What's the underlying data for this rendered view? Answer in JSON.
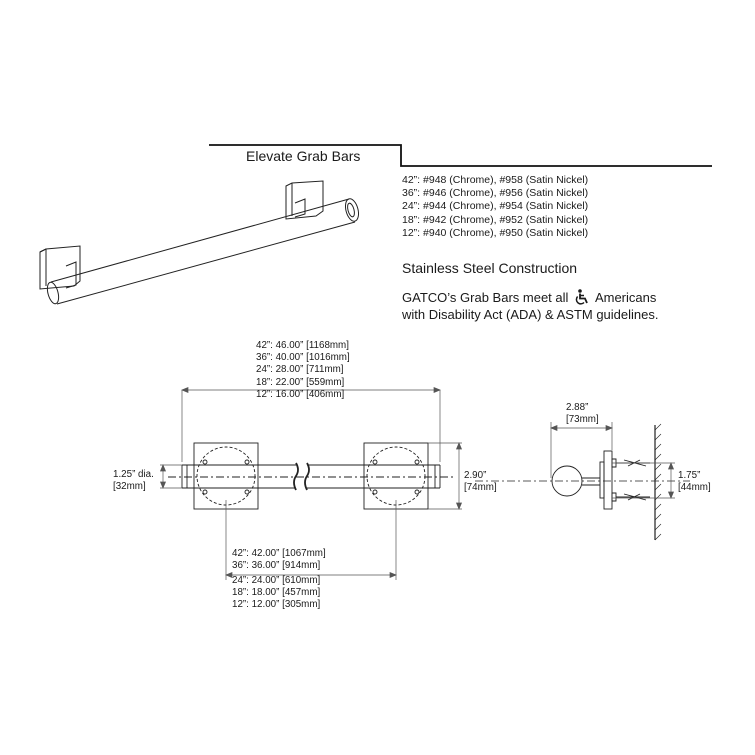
{
  "header": {
    "title": "Elevate Grab Bars"
  },
  "models": [
    "42”: #948 (Chrome), #958 (Satin Nickel)",
    "36”: #946 (Chrome), #956 (Satin Nickel)",
    "24”: #944 (Chrome), #954 (Satin Nickel)",
    "18”: #942 (Chrome), #952 (Satin Nickel)",
    "12”: #940 (Chrome), #950 (Satin Nickel)"
  ],
  "construction": "Stainless Steel Construction",
  "ada": {
    "line1_before": "GATCO’s Grab Bars meet all",
    "line1_after": "Americans",
    "line2": "with Disability Act (ADA) & ASTM guidelines.",
    "icon": "wheelchair-accessibility-icon"
  },
  "overall_lengths": [
    "42”: 46.00” [1168mm]",
    "36”: 40.00” [1016mm]",
    "24”: 28.00” [711mm]",
    "18”: 22.00” [559mm]",
    "12”: 16.00” [406mm]"
  ],
  "center_lengths": [
    "42”: 42.00” [1067mm]",
    "36”: 36.00” [914mm]",
    "24”: 24.00” [610mm]",
    "18”: 18.00” [457mm]",
    "12”: 12.00” [305mm]"
  ],
  "diameter": {
    "inch": "1.25” dia.",
    "mm": "[32mm]"
  },
  "flange_height": {
    "inch": "2.90”",
    "mm": "[74mm]"
  },
  "projection": {
    "inch": "2.88”",
    "mm": "[73mm]"
  },
  "flange_width": {
    "inch": "1.75”",
    "mm": "[44mm]"
  }
}
